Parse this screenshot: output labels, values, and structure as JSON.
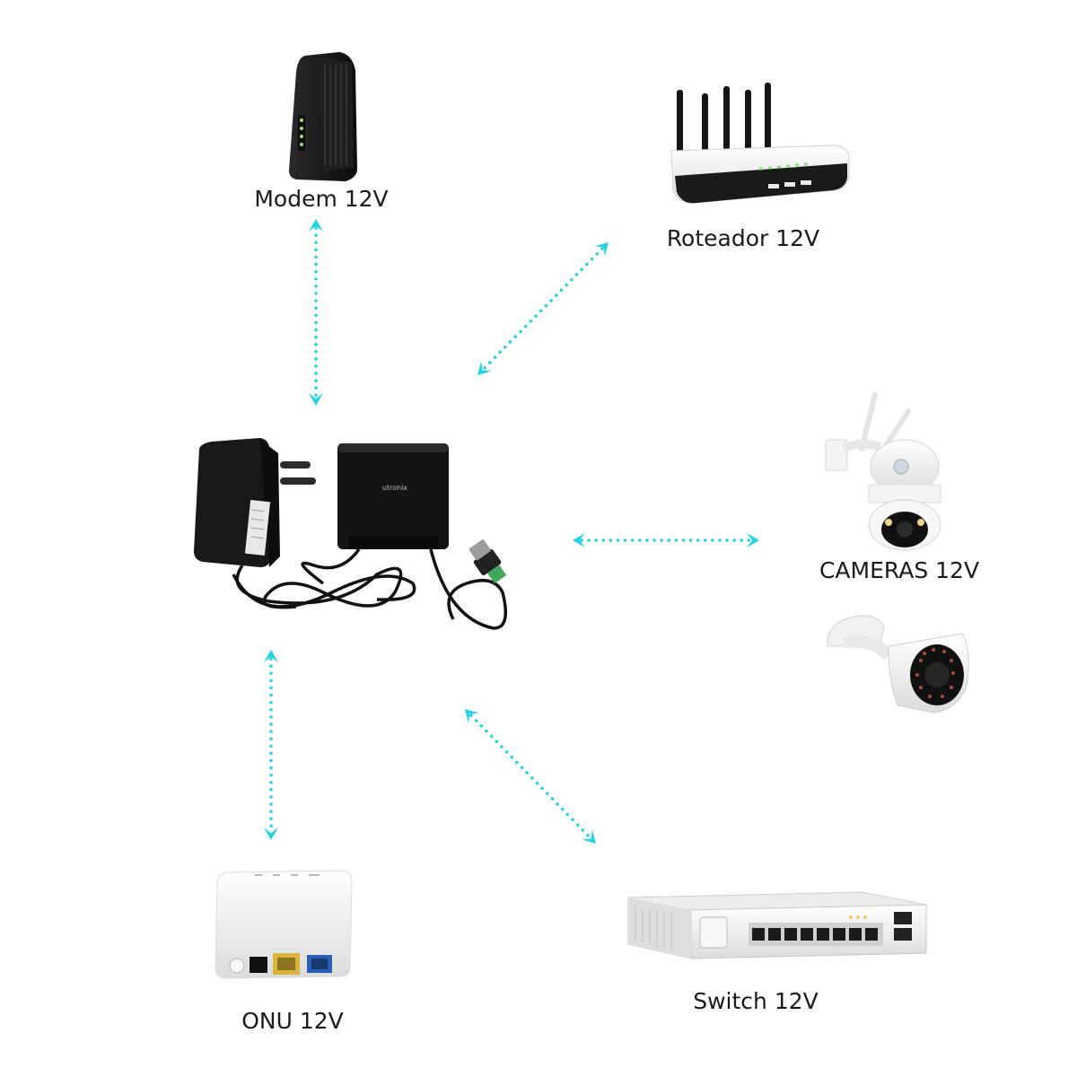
{
  "devices": {
    "modem": {
      "label": "Modem 12V",
      "icon": "modem-icon"
    },
    "router": {
      "label": "Roteador 12V",
      "icon": "router-icon"
    },
    "cameras": {
      "label": "CAMERAS 12V",
      "icon": "camera-icon"
    },
    "onu": {
      "label": "ONU 12V",
      "icon": "onu-icon"
    },
    "switch": {
      "label": "Switch 12V",
      "icon": "switch-icon"
    },
    "power_source": {
      "brand": "utronix",
      "icon": "power-supply-icon"
    }
  },
  "colors": {
    "arrow": "#22d3e6",
    "device_dark": "#151515",
    "device_light": "#f2f2f2"
  }
}
